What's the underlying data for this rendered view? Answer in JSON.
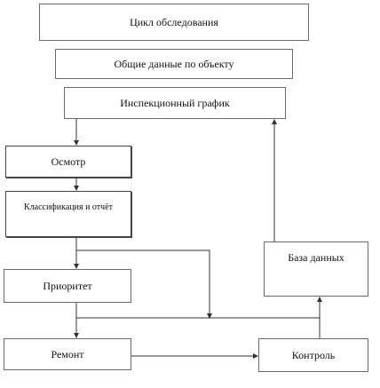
{
  "boxes": {
    "cycle": "Цикл обследования",
    "general": "Общие данные по объекту",
    "schedule": "Инспекционный график",
    "inspection": "Осмотр",
    "classification": "Классификация и отчёт",
    "priority": "Приоритет",
    "database": "База данных",
    "repair": "Ремонт",
    "control": "Контроль"
  },
  "colors": {
    "border": "#6a6a6a",
    "line": "#333333"
  }
}
